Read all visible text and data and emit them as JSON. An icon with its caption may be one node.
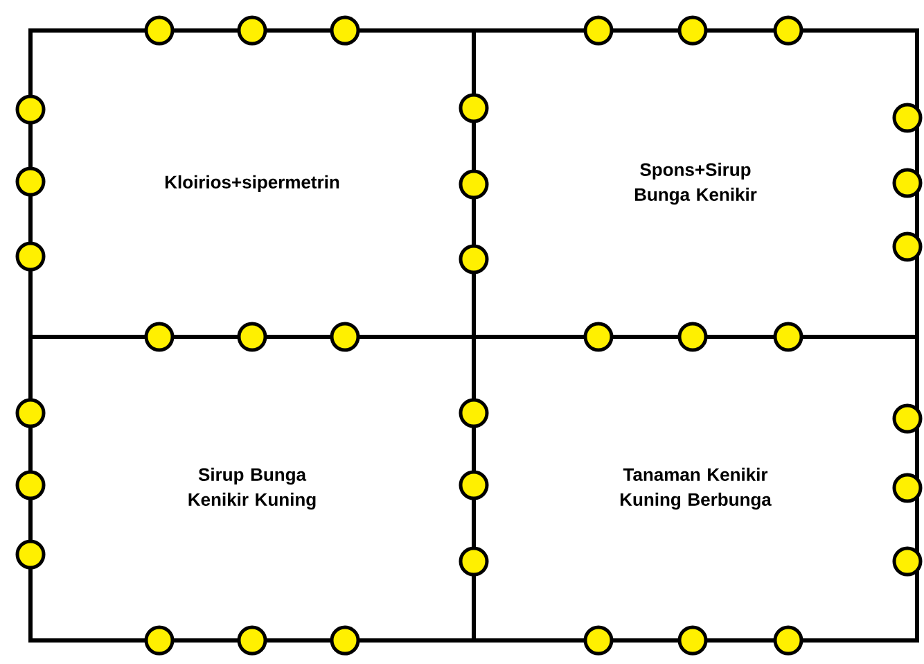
{
  "diagram": {
    "nodes": [
      {
        "text": [
          "Kloirios+sipermetrin"
        ]
      },
      {
        "text": [
          "Spons+Sirup Bunga Kenikir"
        ]
      },
      {
        "text": [
          "Sirup Bunga Kenikir Kuning"
        ]
      },
      {
        "text": [
          "Tanaman Kenikir Kuning Berbunga"
        ]
      }
    ]
  }
}
